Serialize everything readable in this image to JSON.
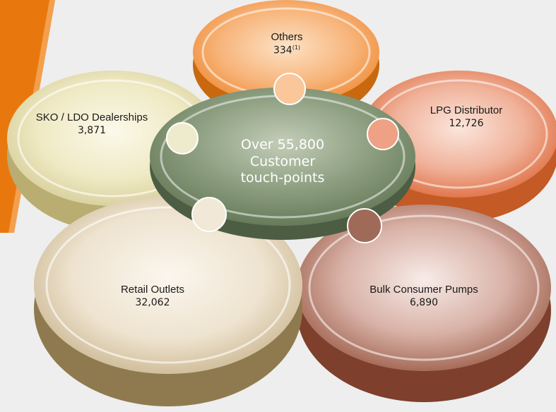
{
  "diagram": {
    "center": {
      "line1": "Over 55,800",
      "line2": "Customer",
      "line3": "touch-points"
    },
    "nodes": {
      "others": {
        "label": "Others",
        "value": "334",
        "note": "(1)",
        "color": "#f08a2a"
      },
      "lpg": {
        "label": "LPG Distributor",
        "value": "12,726",
        "color": "#d96530"
      },
      "bulk": {
        "label": "Bulk Consumer Pumps",
        "value": "6,890",
        "color": "#8a4530"
      },
      "retail": {
        "label": "Retail Outlets",
        "value": "32,062",
        "color": "#9b8458"
      },
      "sko": {
        "label": "SKO / LDO Dealerships",
        "value": "3,871",
        "color": "#cbc38f"
      }
    },
    "center_color": "#6f8263",
    "accent_bar_color": "#e8780e"
  }
}
